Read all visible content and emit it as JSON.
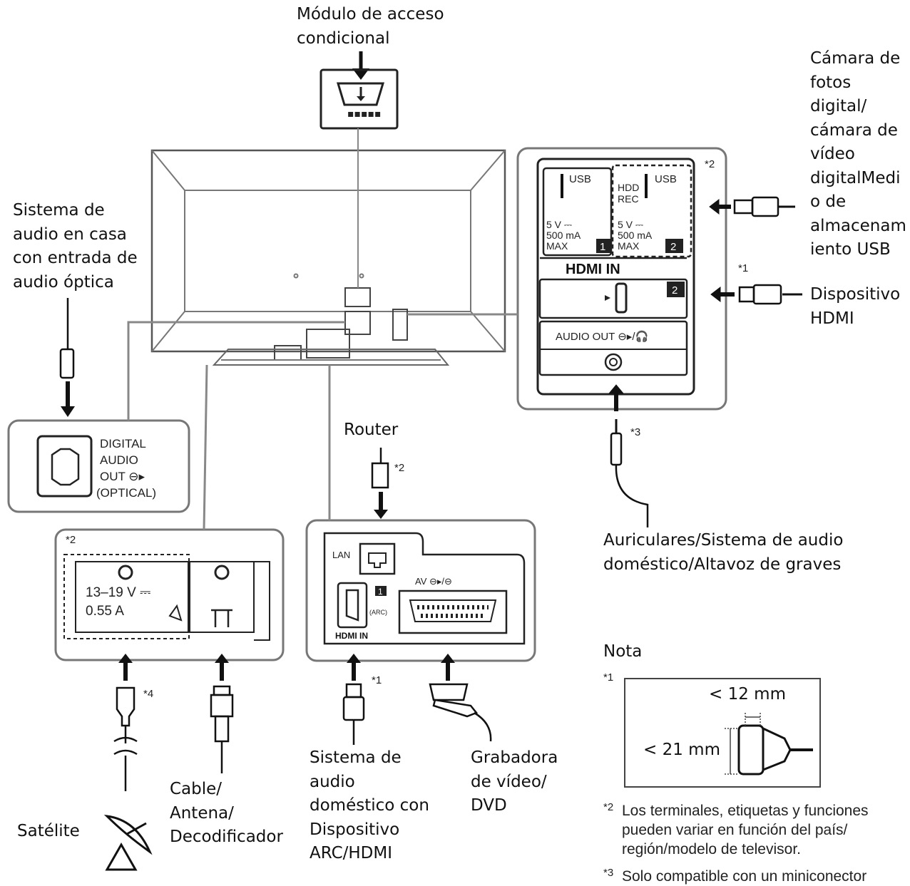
{
  "labels": {
    "cam_module": "Módulo de acceso\ncondicional",
    "camera": "Cámara de\nfotos\ndigital/\ncámara de\nvídeo\ndigitalMedi\no de\nalmacenam\niento USB",
    "hdmi_device": "Dispositivo\nHDMI",
    "home_audio": "Sistema de\naudio en casa\ncon entrada de\naudio óptica",
    "router": "Router",
    "headphones": "Auriculares/Sistema de audio\ndoméstico/Altavoz de graves",
    "satellite": "Satélite",
    "cable": "Cable/\nAntena/\nDecodificador",
    "arc_system": "Sistema de\naudio\ndoméstico con\nDispositivo\nARC/HDMI",
    "recorder": "Grabadora\nde vídeo/\nDVD"
  },
  "footnote_marks": {
    "m1": "*1",
    "m2": "*2",
    "m3": "*3",
    "m4": "*4"
  },
  "panel_side": {
    "usb1": "USB",
    "usb2": "USB",
    "hdd": "HDD",
    "rec": "REC",
    "volt": "5 V ⎓",
    "amp": "500 mA",
    "max": "MAX",
    "n1": "1",
    "n2": "2",
    "hdmi_in": "HDMI IN",
    "hdmi_num": "2",
    "audio_out": "AUDIO OUT  ⊖▸/🎧"
  },
  "panel_optical": {
    "line1": "DIGITAL",
    "line2": "AUDIO",
    "line3": "OUT ⊖▸",
    "line4": "(OPTICAL)"
  },
  "panel_antenna": {
    "volt": "13–19 V ⎓",
    "amp": "0.55 A"
  },
  "panel_bottom": {
    "lan": "LAN",
    "av": "AV  ⊖▸/⊖",
    "hdmi_in": "HDMI IN",
    "arc": "(ARC)",
    "num": "1"
  },
  "note": {
    "title": "Nota",
    "mark1": "*1",
    "dim_width": "< 12 mm",
    "dim_height": "< 21 mm",
    "items": [
      {
        "mark": "*2",
        "text": "Los terminales, etiquetas y funciones\npueden variar en función del país/\nregión/modelo de televisor."
      },
      {
        "mark": "*3",
        "text": "Solo compatible con un miniconector"
      }
    ]
  }
}
